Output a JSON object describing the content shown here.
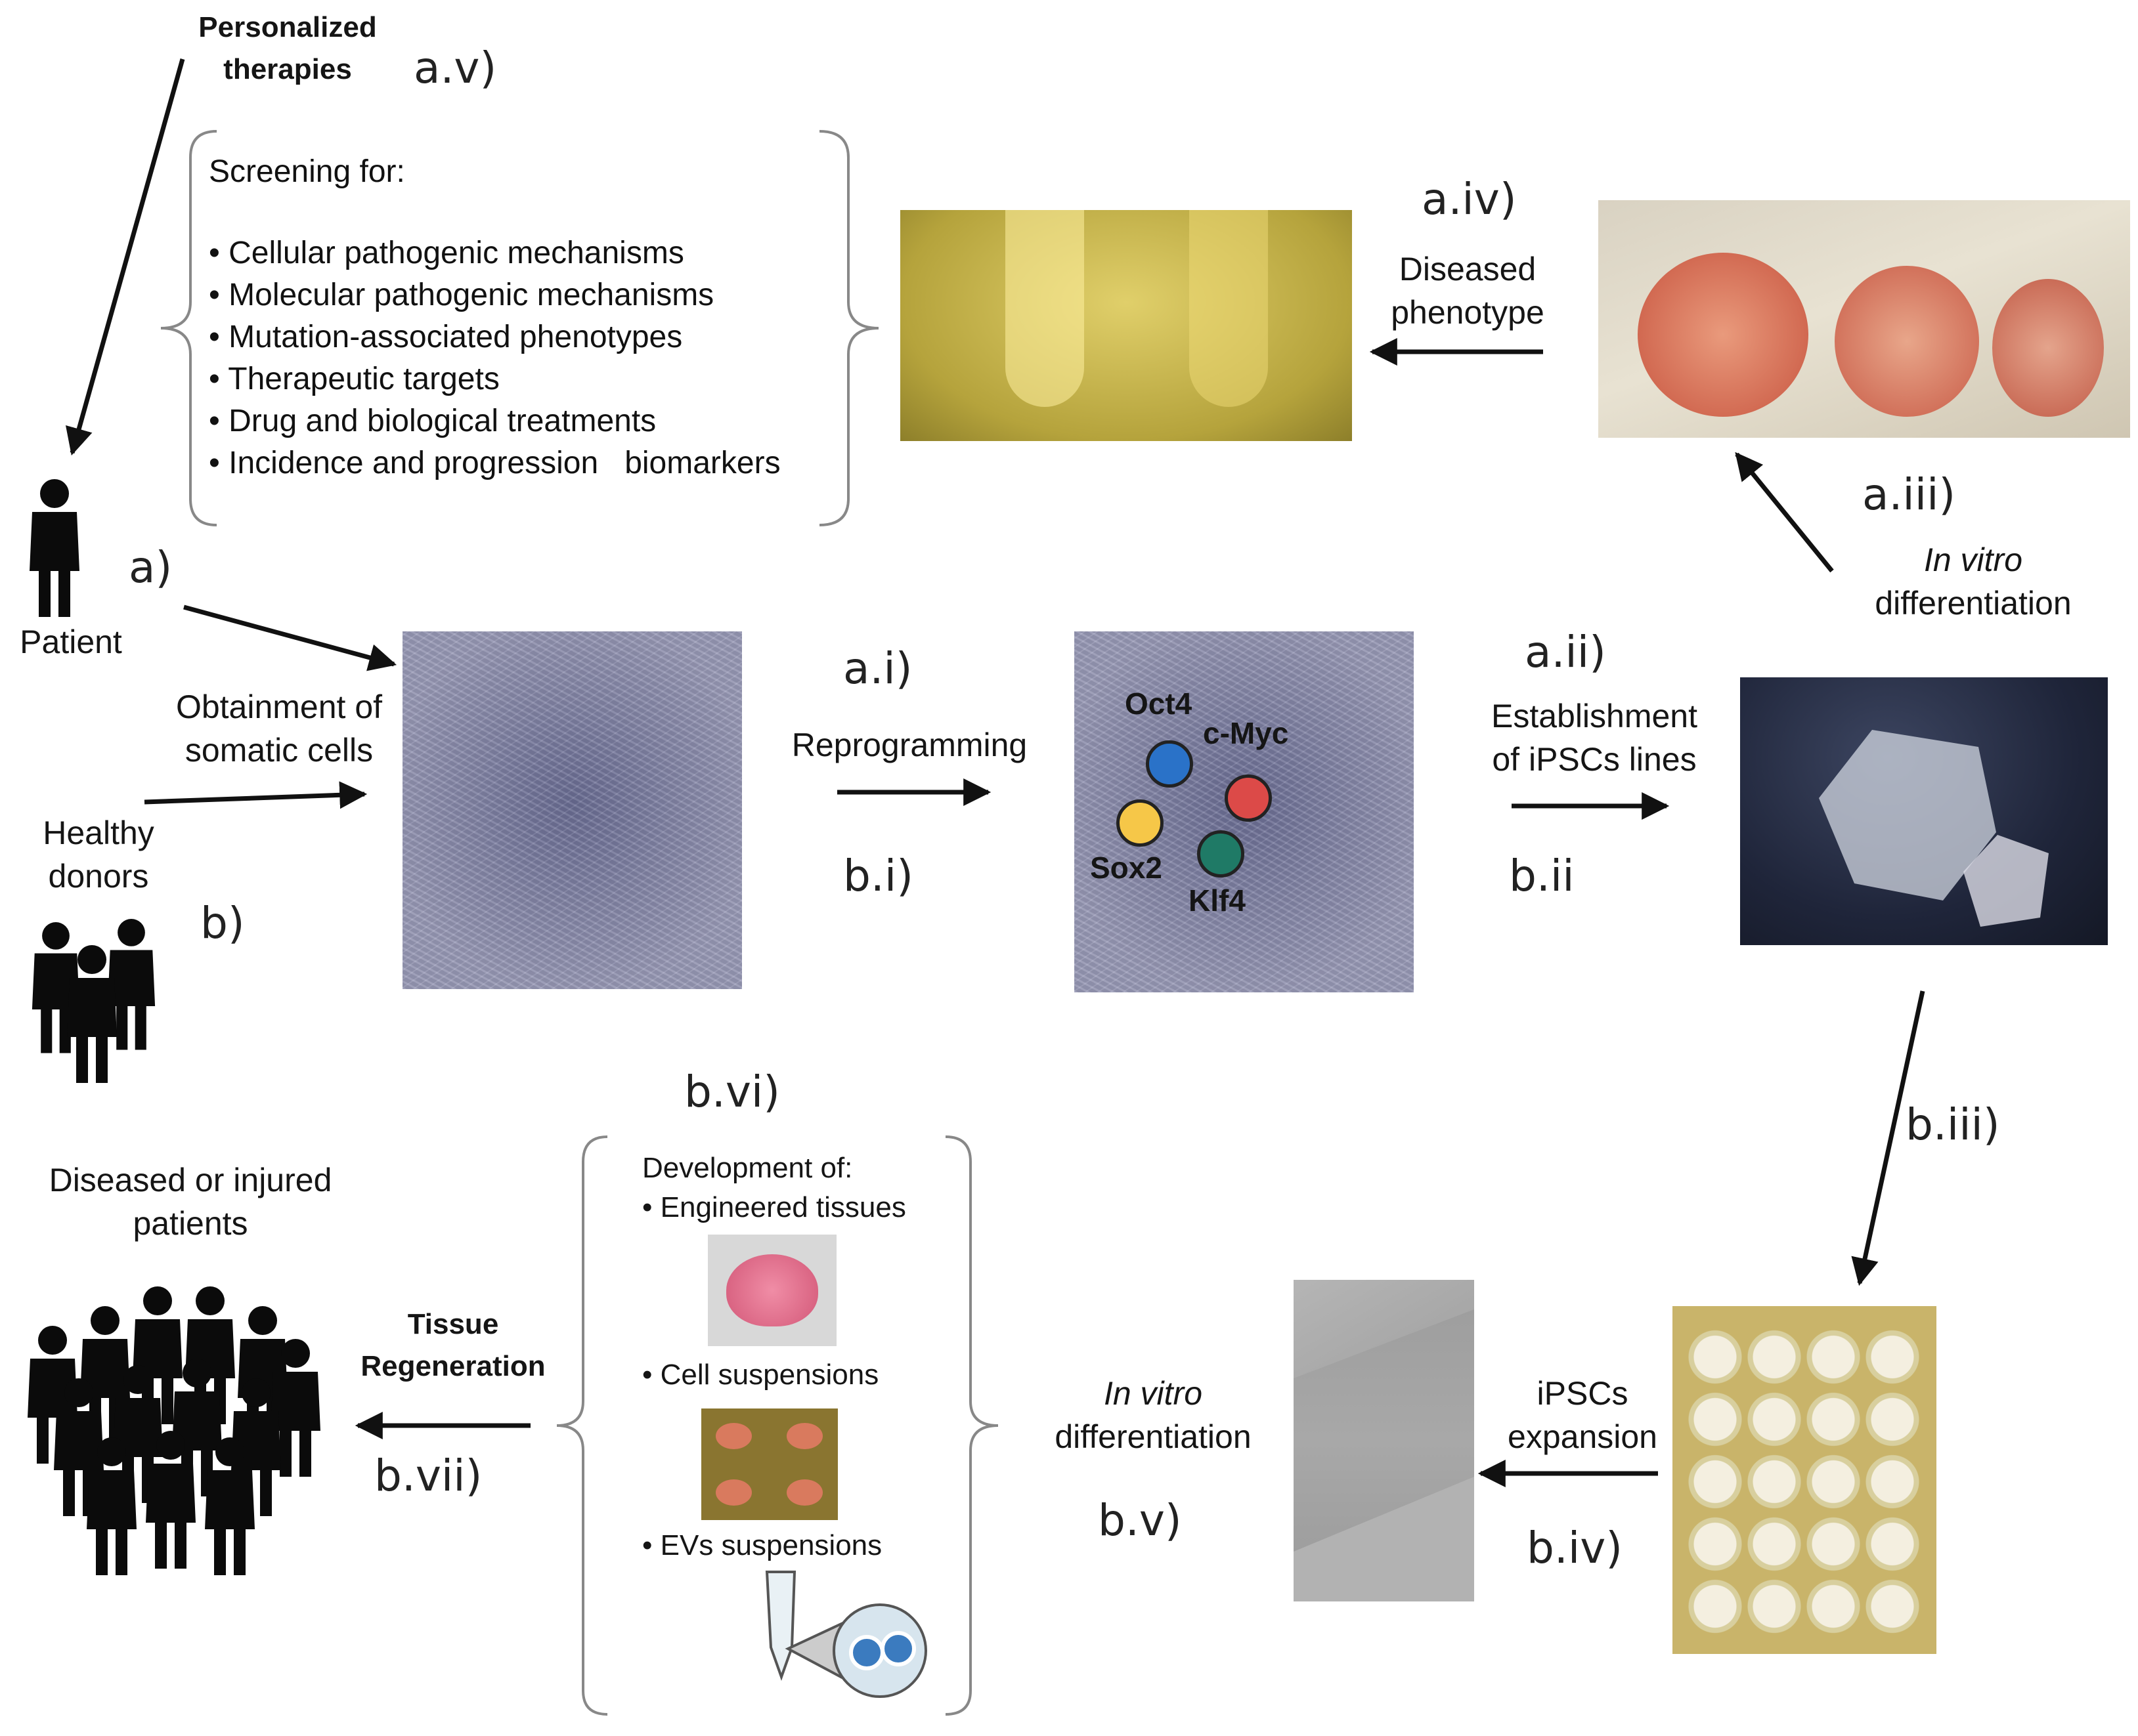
{
  "step_labels": {
    "a": "a)",
    "b": "b)",
    "a_i": "a.i)",
    "a_ii": "a.ii)",
    "a_iii": "a.iii)",
    "a_iv": "a.iv)",
    "a_v": "a.v)",
    "b_i": "b.i)",
    "b_ii": "b.ii",
    "b_iii": "b.iii)",
    "b_iv": "b.iv)",
    "b_v": "b.v)",
    "b_vi": "b.vi)",
    "b_vii": "b.vii)"
  },
  "captions": {
    "personalized_1": "Personalized",
    "personalized_2": "therapies",
    "patient": "Patient",
    "healthy_1": "Healthy",
    "healthy_2": "donors",
    "obtainment_1": "Obtainment of",
    "obtainment_2": "somatic cells",
    "reprogramming": "Reprogramming",
    "establishment_1": "Establishment",
    "establishment_2": "of iPSCs lines",
    "diseased_pheno_1": "Diseased",
    "diseased_pheno_2": "phenotype",
    "invitro_a_1": "In vitro",
    "invitro_a_2": "differentiation",
    "invitro_b_1": "In vitro",
    "invitro_b_2": "differentiation",
    "ipsc_exp_1": "iPSCs",
    "ipsc_exp_2": "expansion",
    "tissue_1": "Tissue",
    "tissue_2": "Regeneration",
    "diseased_patients_1": "Diseased or injured",
    "diseased_patients_2": "patients"
  },
  "factors": {
    "oct4": "Oct4",
    "cmyc": "c-Myc",
    "sox2": "Sox2",
    "klf4": "Klf4",
    "colors": {
      "oct4": "#2a72c8",
      "cmyc": "#dc4a48",
      "sox2": "#f6c748",
      "klf4": "#1f7a66"
    }
  },
  "screening": {
    "title": "Screening for:",
    "items": [
      "• Cellular pathogenic mechanisms",
      "• Molecular pathogenic mechanisms",
      "• Mutation-associated phenotypes",
      "• Therapeutic targets",
      "• Drug and biological treatments",
      "• Incidence and progression   biomarkers"
    ]
  },
  "development": {
    "title": "Development of:",
    "item1": "• Engineered tissues",
    "item2": "• Cell suspensions",
    "item3": "• EVs suspensions"
  }
}
